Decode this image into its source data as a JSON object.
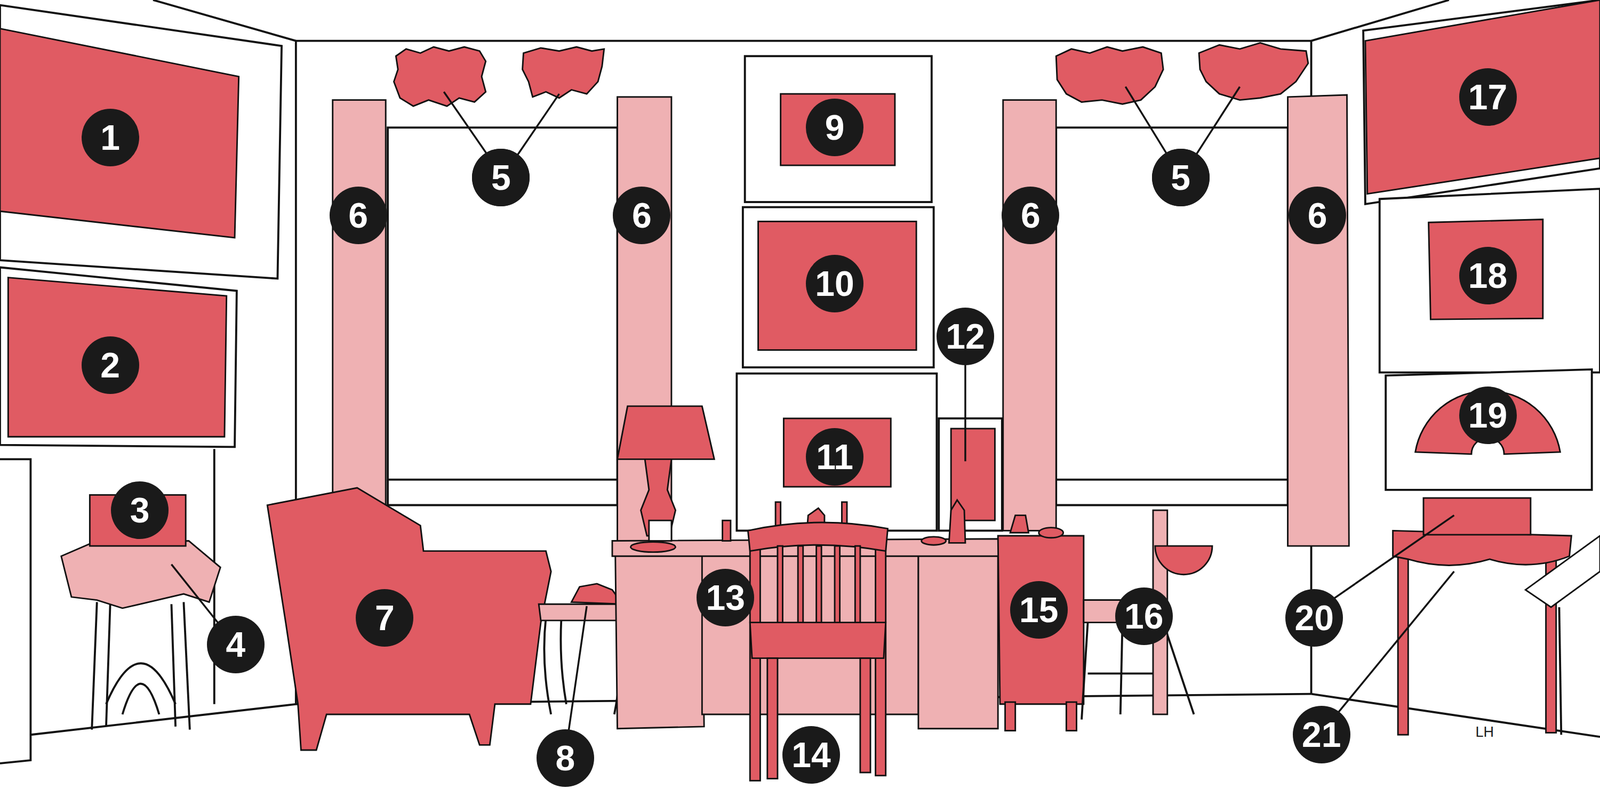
{
  "diagram": {
    "labels": [
      "1",
      "5",
      "5",
      "6",
      "6",
      "9",
      "5",
      "5",
      "6",
      "6",
      "17",
      "10",
      "18",
      "2",
      "12",
      "11",
      "19",
      "3",
      "13",
      "7",
      "15",
      "16",
      "4",
      "20",
      "8",
      "14",
      "21",
      "LH"
    ]
  }
}
